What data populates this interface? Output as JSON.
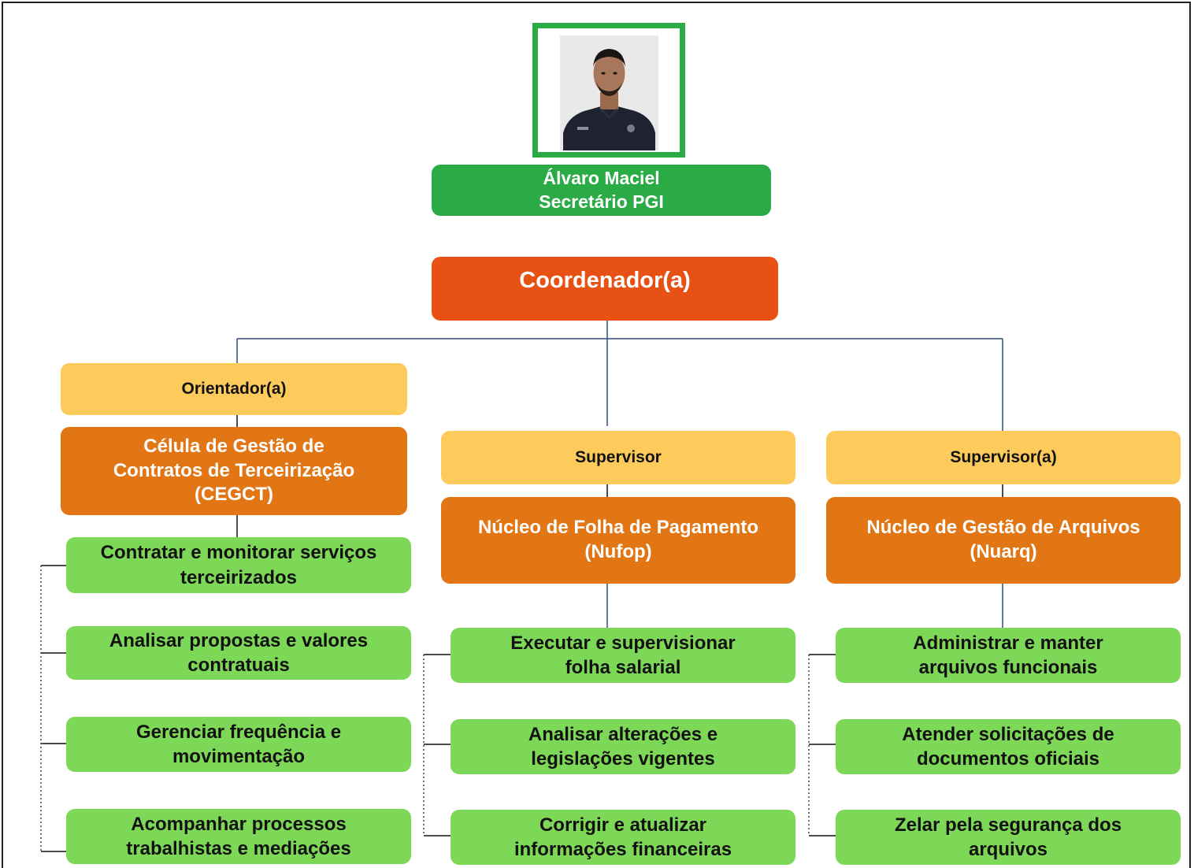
{
  "head": {
    "name": "Álvaro Maciel",
    "role": "Secretário PGI"
  },
  "coordinator": "Coordenador(a)",
  "branches": [
    {
      "lead": "Orientador(a)",
      "unit": "Célula de Gestão de\nContratos de Terceirização\n(CEGCT)",
      "tasks": [
        "Contratar e monitorar serviços\nterceirizados",
        "Analisar propostas e valores\ncontratuais",
        "Gerenciar frequência e\nmovimentação",
        "Acompanhar processos\ntrabalhistas e mediações"
      ]
    },
    {
      "lead": "Supervisor",
      "unit": "Núcleo de Folha de Pagamento\n(Nufop)",
      "tasks": [
        "Executar e supervisionar\nfolha salarial",
        "Analisar alterações e\nlegislações vigentes",
        "Corrigir e atualizar\ninformações financeiras"
      ]
    },
    {
      "lead": "Supervisor(a)",
      "unit": "Núcleo de Gestão de Arquivos\n(Nuarq)",
      "tasks": [
        "Administrar e manter\narquivos funcionais",
        "Atender solicitações de\ndocumentos oficiais",
        "Zelar pela segurança dos\narquivos"
      ]
    }
  ],
  "colors": {
    "head_box": "#2aab46",
    "coordinator_box": "#e85114",
    "lead_box": "#fdcb5b",
    "unit_box": "#e37614",
    "task_box": "#7ed857",
    "connector": "#2f4f7a"
  }
}
